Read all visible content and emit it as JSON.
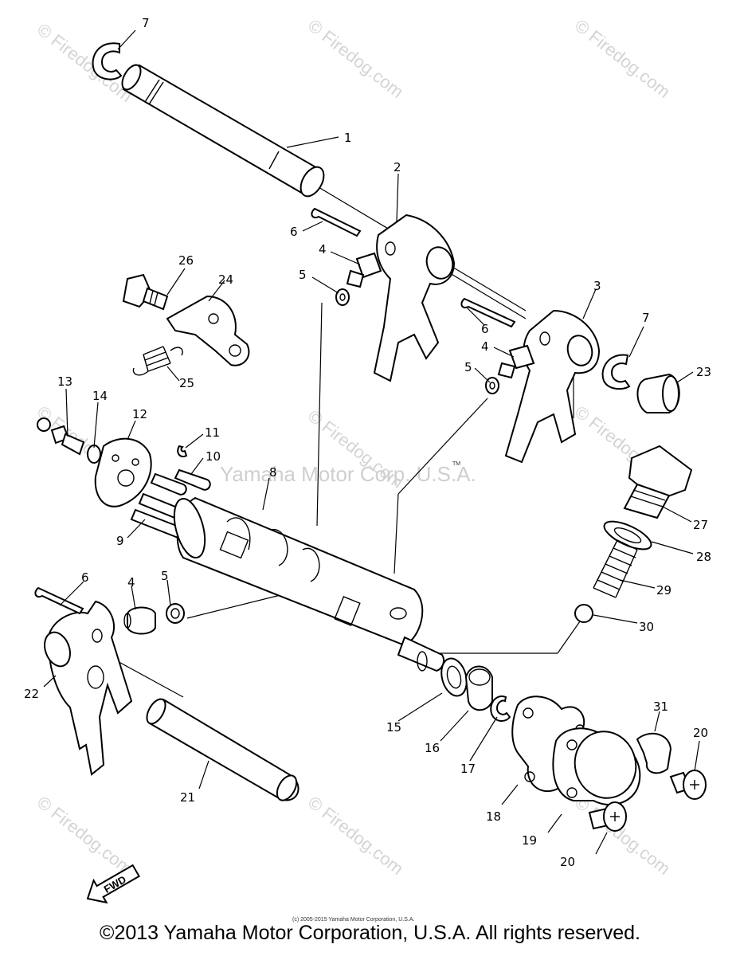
{
  "watermark_text": "© Firedog.com",
  "center_watermark": "Yamaha Motor Corp. U.S.A.",
  "center_watermark_mark": "TM",
  "fine_print": "(c) 2005-2015 Yamaha Motor Corporation, U.S.A.",
  "copyright": "©2013 Yamaha Motor Corporation, U.S.A. All rights reserved.",
  "fwd_label": "FWD",
  "callouts": {
    "p1": "1",
    "p2": "2",
    "p3": "3",
    "p4a": "4",
    "p4b": "4",
    "p4c": "4",
    "p5a": "5",
    "p5b": "5",
    "p5c": "5",
    "p6a": "6",
    "p6b": "6",
    "p6c": "6",
    "p7a": "7",
    "p7b": "7",
    "p8": "8",
    "p9": "9",
    "p10": "10",
    "p11": "11",
    "p12": "12",
    "p13": "13",
    "p14": "14",
    "p15": "15",
    "p16": "16",
    "p17": "17",
    "p18": "18",
    "p19": "19",
    "p20a": "20",
    "p20b": "20",
    "p21": "21",
    "p22": "22",
    "p23": "23",
    "p24": "24",
    "p25": "25",
    "p26": "26",
    "p27": "27",
    "p28": "28",
    "p29": "29",
    "p30": "30",
    "p31": "31"
  }
}
